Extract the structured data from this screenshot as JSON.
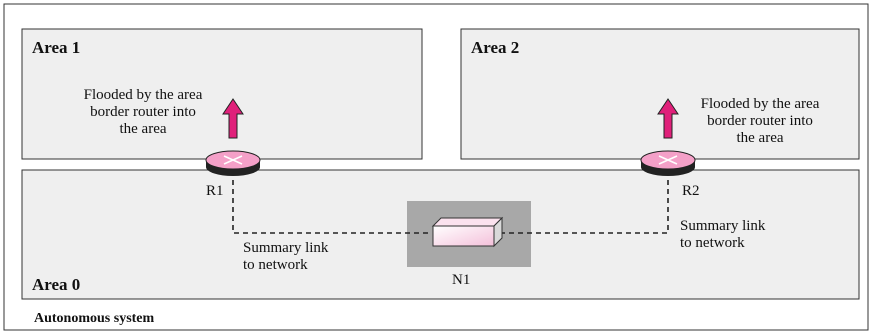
{
  "areas": [
    {
      "label": "Area 1"
    },
    {
      "label": "Area 2"
    },
    {
      "label": "Area 0"
    }
  ],
  "routers": [
    {
      "label": "R1"
    },
    {
      "label": "R2"
    }
  ],
  "network": {
    "label": "N1"
  },
  "flood_notes": [
    {
      "lines": [
        "Flooded by the area",
        "border router into",
        "the area"
      ]
    },
    {
      "lines": [
        "Flooded by the area",
        "border router into",
        "the area"
      ]
    }
  ],
  "summary_notes": [
    {
      "lines": [
        "Summary link",
        "to network"
      ]
    },
    {
      "lines": [
        "Summary link",
        "to network"
      ]
    }
  ],
  "system_label": "Autonomous system",
  "colors": {
    "area_fill": "#efefef",
    "area_stroke": "#333333",
    "router_fill": "#f4a0c8",
    "router_dark": "#222222",
    "arrow_fill": "#e0207a",
    "network_bg": "#a8a8a8",
    "network_box": "#f8cce2"
  }
}
